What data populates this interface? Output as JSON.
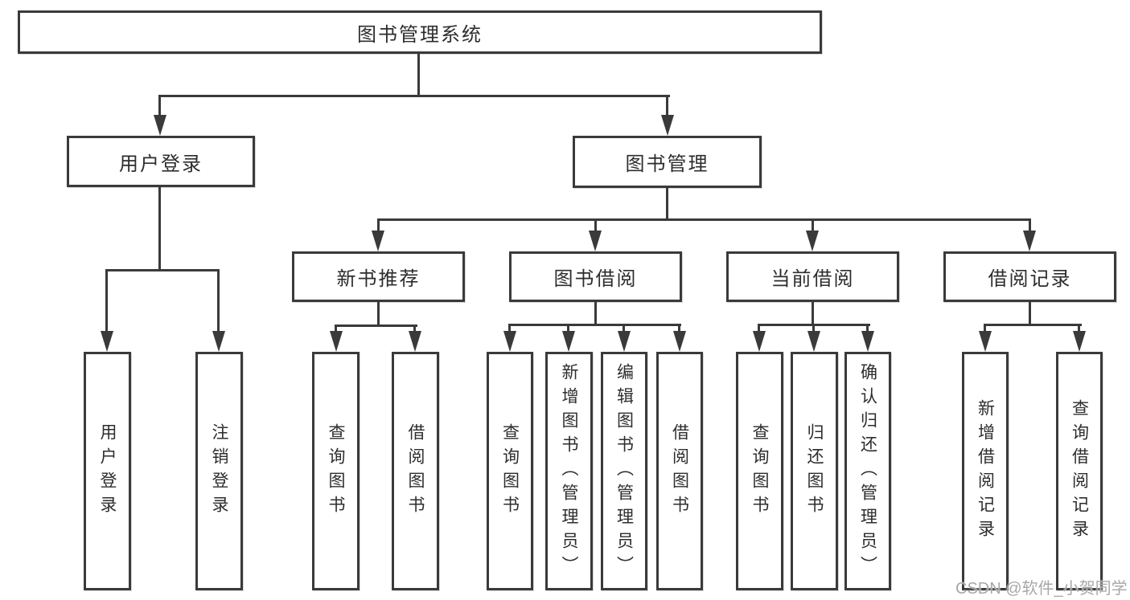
{
  "tree": {
    "label": "图书管理系统",
    "children": [
      {
        "label": "用户登录",
        "children": [
          {
            "label": "用户登录"
          },
          {
            "label": "注销登录"
          }
        ]
      },
      {
        "label": "图书管理",
        "children": [
          {
            "label": "新书推荐",
            "children": [
              {
                "label": "查询图书"
              },
              {
                "label": "借阅图书"
              }
            ]
          },
          {
            "label": "图书借阅",
            "children": [
              {
                "label": "查询图书"
              },
              {
                "label": "新增图书（管理员）"
              },
              {
                "label": "编辑图书（管理员）"
              },
              {
                "label": "借阅图书"
              }
            ]
          },
          {
            "label": "当前借阅",
            "children": [
              {
                "label": "查询图书"
              },
              {
                "label": "归还图书"
              },
              {
                "label": "确认归还（管理员）"
              }
            ]
          },
          {
            "label": "借阅记录",
            "children": [
              {
                "label": "新增借阅记录"
              },
              {
                "label": "查询借阅记录"
              }
            ]
          }
        ]
      }
    ]
  },
  "watermark": {
    "text": "CSDN @软件_小贺同学"
  },
  "colors": {
    "line": "#3a3a3a",
    "text": "#2d2d2d",
    "watermark": "#a8a8a8",
    "background": "#ffffff"
  }
}
